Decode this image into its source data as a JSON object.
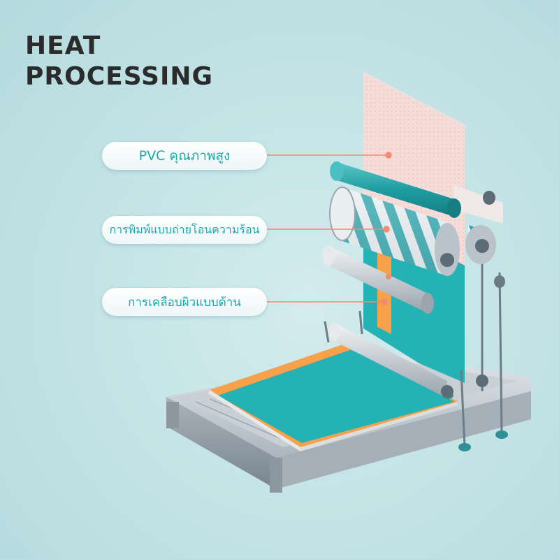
{
  "title": {
    "line1": "HEAT",
    "line2": "PROCESSING"
  },
  "labels": [
    {
      "text": "PVC คุณภาพสูง"
    },
    {
      "text": "การพิมพ์แบบถ่ายโอนความร้อน"
    },
    {
      "text": "การเคลือบผิวแบบด้าน"
    }
  ],
  "colors": {
    "background": "#bfe1e4",
    "teal": "#25b2b5",
    "orange": "#f7a14a",
    "leader": "#f38a73",
    "text": "#1aa8ad"
  }
}
